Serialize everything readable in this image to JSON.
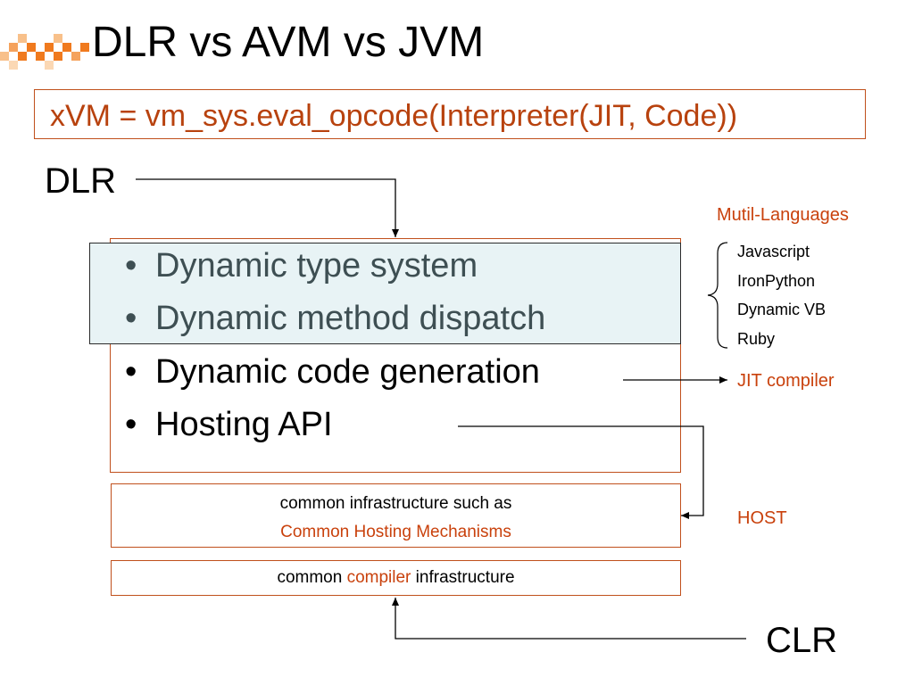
{
  "slide": {
    "title": "DLR vs AVM vs JVM",
    "formula": "xVM = vm_sys.eval_opcode(Interpreter(JIT, Code))",
    "dlr_label": "DLR",
    "clr_label": "CLR",
    "bullets": [
      "Dynamic type system",
      "Dynamic method dispatch",
      "Dynamic code generation",
      "Hosting API"
    ],
    "bullet_glyph": "•",
    "hosting_box": {
      "line1": "common infrastructure such as",
      "line2": "Common Hosting Mechanisms"
    },
    "compiler_box": {
      "prefix": "common ",
      "highlight": "compiler",
      "suffix": " infrastructure"
    },
    "multi_languages": {
      "title": "Mutil-Languages",
      "items": [
        "Javascript",
        "IronPython",
        "Dynamic VB",
        "Ruby"
      ]
    },
    "jit_label": "JIT compiler",
    "host_label": "HOST"
  },
  "colors": {
    "accent": "#c9410c",
    "box_border": "#c0501c",
    "highlight_fill": "#e8f3f5",
    "checker_orange": "#f07a1e"
  }
}
